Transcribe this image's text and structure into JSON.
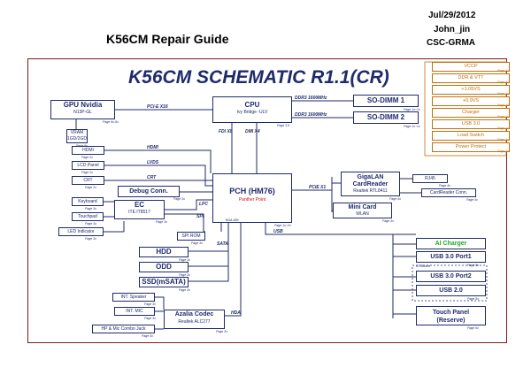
{
  "header": {
    "title": "K56CM Repair Guide",
    "date": "Jul/29/2012",
    "author": "John_jin",
    "dept": "CSC-GRMA"
  },
  "schematic": {
    "title": "K56CM SCHEMATIC R1.1(CR)"
  },
  "power": [
    {
      "label": "VCCP",
      "page": "Page 4x"
    },
    {
      "label": "DDR & VTT",
      "page": "Page 4x"
    },
    {
      "label": "+1.05VS",
      "page": "Page 4x"
    },
    {
      "label": "+0.9VS",
      "page": "Page 4x"
    },
    {
      "label": "Charger",
      "page": "Page 4x"
    },
    {
      "label": "USB 3.0",
      "page": "Page 4x"
    },
    {
      "label": "Load Switch",
      "page": "Page 4x"
    },
    {
      "label": "Power Protect",
      "page": "Page 4x"
    }
  ],
  "blocks": {
    "gpu": {
      "label": "GPU Nvidia",
      "sub": "N13P-GL",
      "page": "Page 6x-9x"
    },
    "vram": {
      "label": "VRAM",
      "sub": "1GD/2GD",
      "page": "Page 9x"
    },
    "cpu": {
      "label": "CPU",
      "sub": "Ivy Bridge -ULV",
      "page": "Page 3-5"
    },
    "sodimm1": {
      "label": "SO-DIMM 1",
      "page": "Page 1x~1x"
    },
    "sodimm2": {
      "label": "SO-DIMM 2",
      "page": "Page 1x~1x"
    },
    "hdmi": {
      "label": "HDMI",
      "page": "Page 2x"
    },
    "lcd": {
      "label": "LCD Panel",
      "page": "Page 2x"
    },
    "crt": {
      "label": "CRT",
      "page": "Page 2x"
    },
    "debug": {
      "label": "Debug Conn.",
      "page": "Page 3x"
    },
    "keyboard": {
      "label": "Keyboard",
      "page": "Page 3x"
    },
    "ec": {
      "label": "EC",
      "sub": "ITE IT8517",
      "page": "Page 3x"
    },
    "touchpad": {
      "label": "Touchpad",
      "page": "Page 3x"
    },
    "led": {
      "label": "LED Indicator",
      "page": "Page 3x"
    },
    "pch": {
      "label": "PCH (HM76)",
      "sub": "Panther Point",
      "page": "BGA-989",
      "page2": "Page 1x~2x"
    },
    "spirom": {
      "label": "SPI ROM",
      "page": "Page 3x"
    },
    "hdd": {
      "label": "HDD",
      "page": "Page 3x"
    },
    "odd": {
      "label": "ODD",
      "page": "Page 3x"
    },
    "ssd": {
      "label": "SSD(mSATA)",
      "page": "Page 3x"
    },
    "speaker": {
      "label": "INT. Speaker",
      "page": "Page 3x"
    },
    "mic": {
      "label": "INT. MIC",
      "page": "Page 3x"
    },
    "jack": {
      "label": "HP & Mic Combo Jack",
      "page": "Page 3x"
    },
    "codec": {
      "label": "Azalia Codec",
      "sub": "Realtek ALC277",
      "page": "Page 3x"
    },
    "gigalan": {
      "label": "GigaLAN",
      "label2": "CardReader",
      "sub": "Realtek RTL8411",
      "page": "Page 4x"
    },
    "rj45": {
      "label": "RJ45",
      "page": "Page 4x"
    },
    "cardconn": {
      "label": "CardReader Conn.",
      "page": "Page 4x"
    },
    "minicard": {
      "label": "Mini Card",
      "sub": "WLAN",
      "page": "Page 4x"
    },
    "aicharger": {
      "label": "AI Charger",
      "page": "Page 5x"
    },
    "usb1": {
      "label": "USB 3.0 Port1",
      "page": "Page 5x"
    },
    "usb2": {
      "label": "USB 3.0 Port2",
      "page": "Page 5x"
    },
    "usb20": {
      "label": "USB 2.0",
      "page": "Page 5x"
    },
    "iobd": {
      "label": "IO Board"
    },
    "touchpanel": {
      "label": "Touch Panel",
      "label2": "(Reserve)",
      "page": "Page 5x"
    }
  },
  "buses": {
    "pcie": "PCI-E X16",
    "ddr1": "DDR3 1600MHz",
    "ddr2": "DDR3 1600MHz",
    "fdi": "FDI X8",
    "dmi": "DMI X4",
    "hdmi": "HDMI",
    "lvds": "LVDS",
    "crt": "CRT",
    "lpc": "LPC",
    "spi": "SPI",
    "pcie1": "PCIE X1",
    "sata": "SATA",
    "usb": "USB",
    "hda": "HDA"
  }
}
